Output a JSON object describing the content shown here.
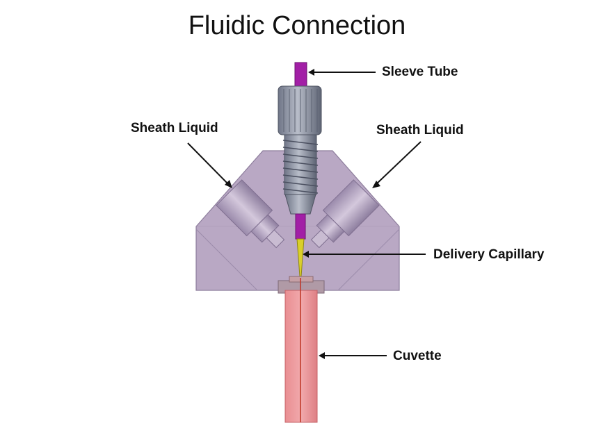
{
  "title": "Fluidic Connection",
  "labels": {
    "sleeve_tube": "Sleeve Tube",
    "sheath_liquid_left": "Sheath Liquid",
    "sheath_liquid_right": "Sheath Liquid",
    "delivery_capillary": "Delivery Capillary",
    "cuvette": "Cuvette"
  },
  "colors": {
    "block": "#b7a6c2",
    "block_dark": "#8f7fa0",
    "fitting": "#8d93a3",
    "sleeve": "#a21fa6",
    "capillary": "#d9cf2a",
    "cuvette": "#e68a8e",
    "cuvette_line": "#c0392b"
  }
}
